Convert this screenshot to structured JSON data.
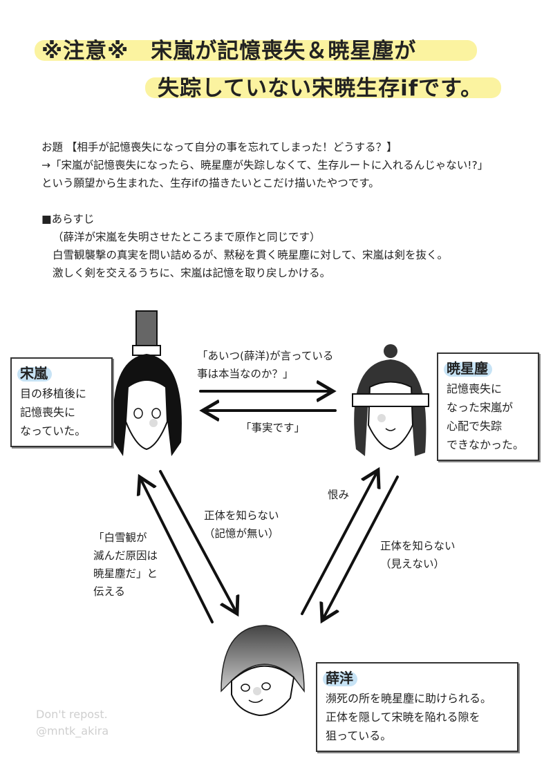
{
  "title": {
    "line1": "※注意※　宋嵐が記憶喪失＆暁星塵が",
    "line2": "失踪していない宋暁生存ifです。"
  },
  "intro": [
    "お題 【相手が記憶喪失になって自分の事を忘れてしまった！どうする？】",
    "→「宋嵐が記憶喪失になったら、暁星塵が失踪しなくて、生存ルートに入れるんじゃない!?」",
    "という願望から生まれた、生存ifの描きたいとこだけ描いたやつです。"
  ],
  "synopsis": {
    "heading": "■あらすじ",
    "lines": [
      "（薛洋が宋嵐を失明させたところまで原作と同じです）",
      "白雪観襲撃の真実を問い詰めるが、黙秘を貫く暁星塵に対して、宋嵐は剣を抜く。",
      "激しく剣を交えるうちに、宋嵐は記憶を取り戻しかける。"
    ]
  },
  "characters": {
    "songlan": {
      "name": "宋嵐",
      "desc": [
        "目の移植後に",
        "記憶喪失に",
        "なっていた。"
      ]
    },
    "xiao": {
      "name": "暁星塵",
      "desc": [
        "記憶喪失に",
        "なった宋嵐が",
        "心配で失踪",
        "できなかった。"
      ]
    },
    "xue": {
      "name": "薛洋",
      "desc": [
        "瀕死の所を暁星塵に助けられる。",
        "正体を隠して宋暁を陥れる隙を",
        "狙っている。"
      ]
    }
  },
  "relations": {
    "song_to_xiao": [
      "「あいつ(薛洋)が言っている",
      "事は本当なのか？」"
    ],
    "xiao_to_song": "「事実です」",
    "song_to_xue": [
      "正体を知らない",
      "（記憶が無い）"
    ],
    "xue_to_song": [
      "「白雪観が",
      "滅んだ原因は",
      "暁星塵だ」と",
      "伝える"
    ],
    "xue_to_xiao": "恨み",
    "xiao_to_xue": [
      "正体を知らない",
      "（見えない）"
    ]
  },
  "watermark": [
    "Don't repost.",
    "@mntk_akira"
  ],
  "colors": {
    "title_highlight": "#fbf3a0",
    "name_highlight": "#c7e3f5"
  }
}
